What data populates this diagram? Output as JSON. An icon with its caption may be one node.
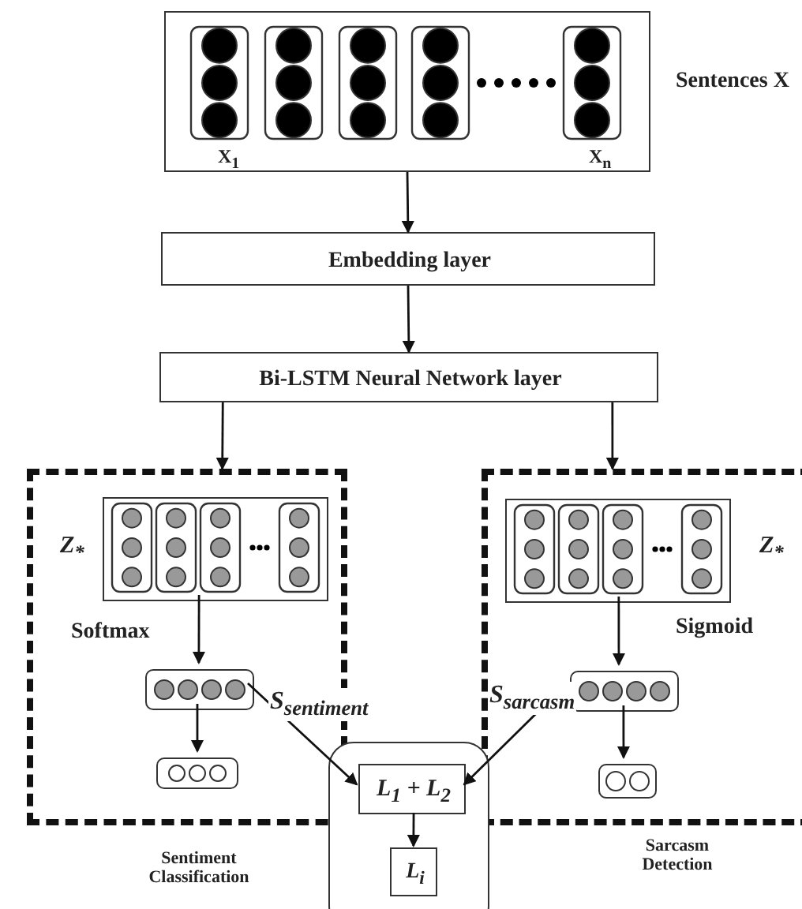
{
  "diagram": {
    "nodes": [
      {
        "text": [
          "X$_{1}$",
          "X$_{n}$"
        ],
        "beside": [
          "Sentences X"
        ]
      },
      {
        "text": [
          "Embedding layer"
        ]
      },
      {
        "text": [
          "Bi-LSTM Neural Network layer"
        ]
      },
      {
        "text": [
          "Sentiment Classification"
        ]
      },
      {
        "text": [
          "Sarcasm Detection"
        ]
      },
      {
        "text": [],
        "shape": "box",
        "in": 3,
        "beside": [
          "Z$_{*}$"
        ]
      },
      {
        "text": [],
        "shape": "box",
        "in": 3
      },
      {
        "text": [],
        "shape": "box",
        "in": 3
      },
      {
        "text": [],
        "shape": "box",
        "in": 4,
        "beside": [
          "Z$_{*}$"
        ]
      },
      {
        "text": [],
        "shape": "box",
        "in": 4
      },
      {
        "text": [],
        "shape": "box",
        "in": 4
      },
      {
        "text": [],
        "shape": "box"
      },
      {
        "text": [
          "L$_{1}$ + L$_{2}$"
        ],
        "in": 11
      },
      {
        "text": [
          "L$_{i}$"
        ],
        "in": 11
      }
    ],
    "edges": [
      {
        "from": 0,
        "to": 1,
        "arrow": "to"
      },
      {
        "from": 1,
        "to": 2,
        "arrow": "to"
      },
      {
        "from": 2,
        "to": 3,
        "arrow": "to"
      },
      {
        "from": 2,
        "to": 4,
        "arrow": "to"
      },
      {
        "from": 5,
        "to": 6,
        "arrow": "to"
      },
      {
        "from": 6,
        "to": 7,
        "arrow": "to"
      },
      {
        "from": 8,
        "to": 9,
        "arrow": "to"
      },
      {
        "from": 9,
        "to": 10,
        "arrow": "to"
      },
      {
        "from": 6,
        "to": 12,
        "label": "S$_{sentiment}$",
        "arrow": "to"
      },
      {
        "from": 9,
        "to": 12,
        "label": "S$_{sarcasm}$",
        "arrow": "to"
      },
      {
        "from": 12,
        "to": 13,
        "arrow": "to"
      }
    ],
    "labels": [
      "Softmax",
      "Sigmoid"
    ]
  }
}
